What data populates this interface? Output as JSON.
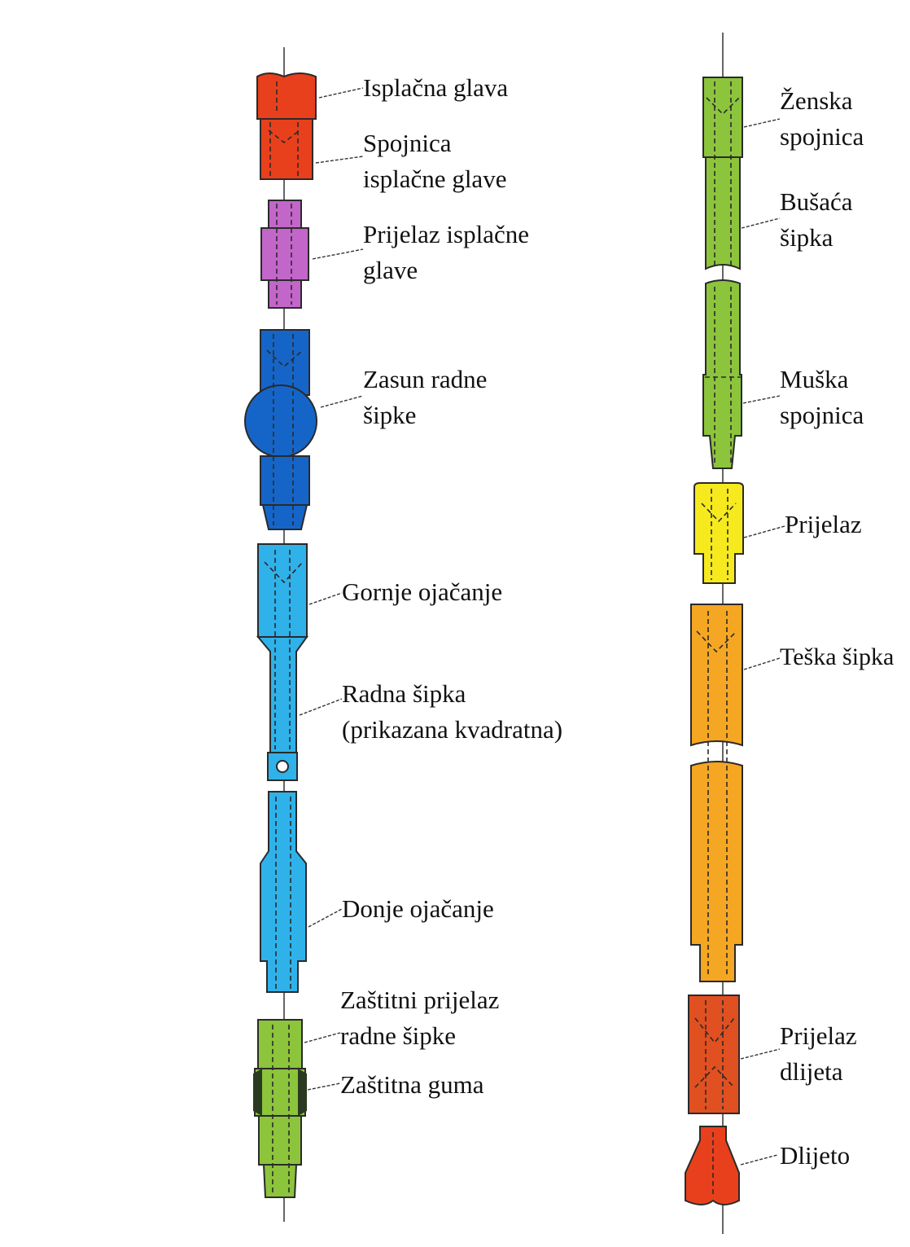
{
  "diagram": {
    "left_column": {
      "labels": {
        "isplacna_glava": "Isplačna glava",
        "spojnica_1": "Spojnica",
        "spojnica_2": "isplačne glave",
        "prijelaz_isplacne_1": "Prijelaz isplačne",
        "prijelaz_isplacne_2": "glave",
        "zasun_1": "Zasun radne",
        "zasun_2": "šipke",
        "gornje": "Gornje ojačanje",
        "radna_1": "Radna šipka",
        "radna_2": "(prikazana kvadratna)",
        "donje": "Donje ojačanje",
        "zastitni_prijelaz_1": "Zaštitni prijelaz",
        "zastitni_prijelaz_2": "radne šipke",
        "zastitna_guma": "Zaštitna guma"
      }
    },
    "right_column": {
      "labels": {
        "zenska_1": "Ženska",
        "zenska_2": "spojnica",
        "busaca_1": "Bušaća",
        "busaca_2": "šipka",
        "muska_1": "Muška",
        "muska_2": "spojnica",
        "prijelaz": "Prijelaz",
        "teska": "Teška šipka",
        "prijelaz_dlijeta_1": "Prijelaz",
        "prijelaz_dlijeta_2": "dlijeta",
        "dlijeto": "Dlijeto"
      }
    },
    "colors": {
      "red": "#e8401c",
      "red_dark": "#e05020",
      "purple": "#c266c9",
      "dark_blue": "#1565c8",
      "light_blue": "#2fb2ea",
      "green": "#8cc43c",
      "yellow": "#f6ea1e",
      "orange": "#f5a623",
      "outline": "#2a2a2a"
    }
  }
}
